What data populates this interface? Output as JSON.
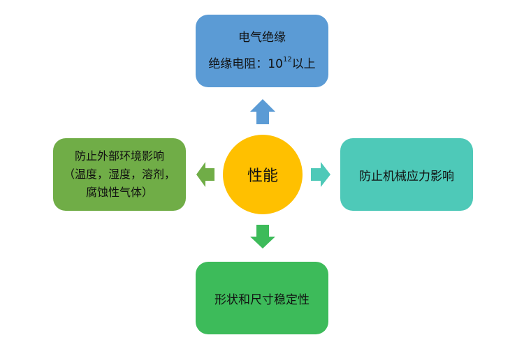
{
  "center": {
    "label": "性能"
  },
  "top": {
    "title": "电气绝缘",
    "detail_prefix": "绝缘电阻：10",
    "detail_sup": "12",
    "detail_suffix": "以上"
  },
  "left": {
    "line1": "防止外部环境影响",
    "line2": "（温度，湿度，溶剂，",
    "line3": "腐蚀性气体）"
  },
  "right": {
    "label": "防止机械应力影响"
  },
  "bottom": {
    "label": "形状和尺寸稳定性"
  },
  "colors": {
    "top": "#5b9bd5",
    "left": "#70ad47",
    "right": "#4ec9b8",
    "bottom": "#3dbb5a",
    "center": "#ffc000"
  }
}
